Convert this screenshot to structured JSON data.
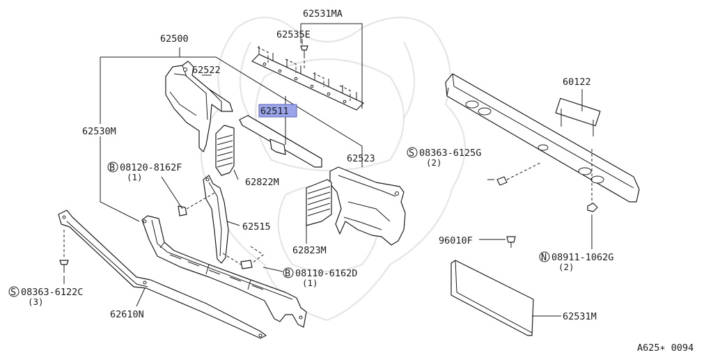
{
  "diagram": {
    "code": "A625∗ 0094",
    "selected_part": "62511",
    "labels": {
      "p62531MA": "62531MA",
      "p62535E": "62535E",
      "p62500": "62500",
      "p62522": "62522",
      "p62530M": "62530M",
      "p62511": "62511",
      "p60122": "60122",
      "p62523": "62523",
      "s08363_6125G": "08363-6125G",
      "s08363_6125G_qty": "(2)",
      "b08120_8162F": "08120-8162F",
      "b08120_8162F_qty": "(1)",
      "p62822M": "62822M",
      "p62515": "62515",
      "p62823M": "62823M",
      "p96010F": "96010F",
      "n08911_1062G": "08911-1062G",
      "n08911_1062G_qty": "(2)",
      "b08110_6162D": "08110-6162D",
      "b08110_6162D_qty": "(1)",
      "s08363_6122C": "08363-6122C",
      "s08363_6122C_qty": "(3)",
      "p62610N": "62610N",
      "p62531M": "62531M"
    },
    "prefixes": {
      "screw": "S",
      "bolt": "B",
      "nut": "N"
    }
  }
}
